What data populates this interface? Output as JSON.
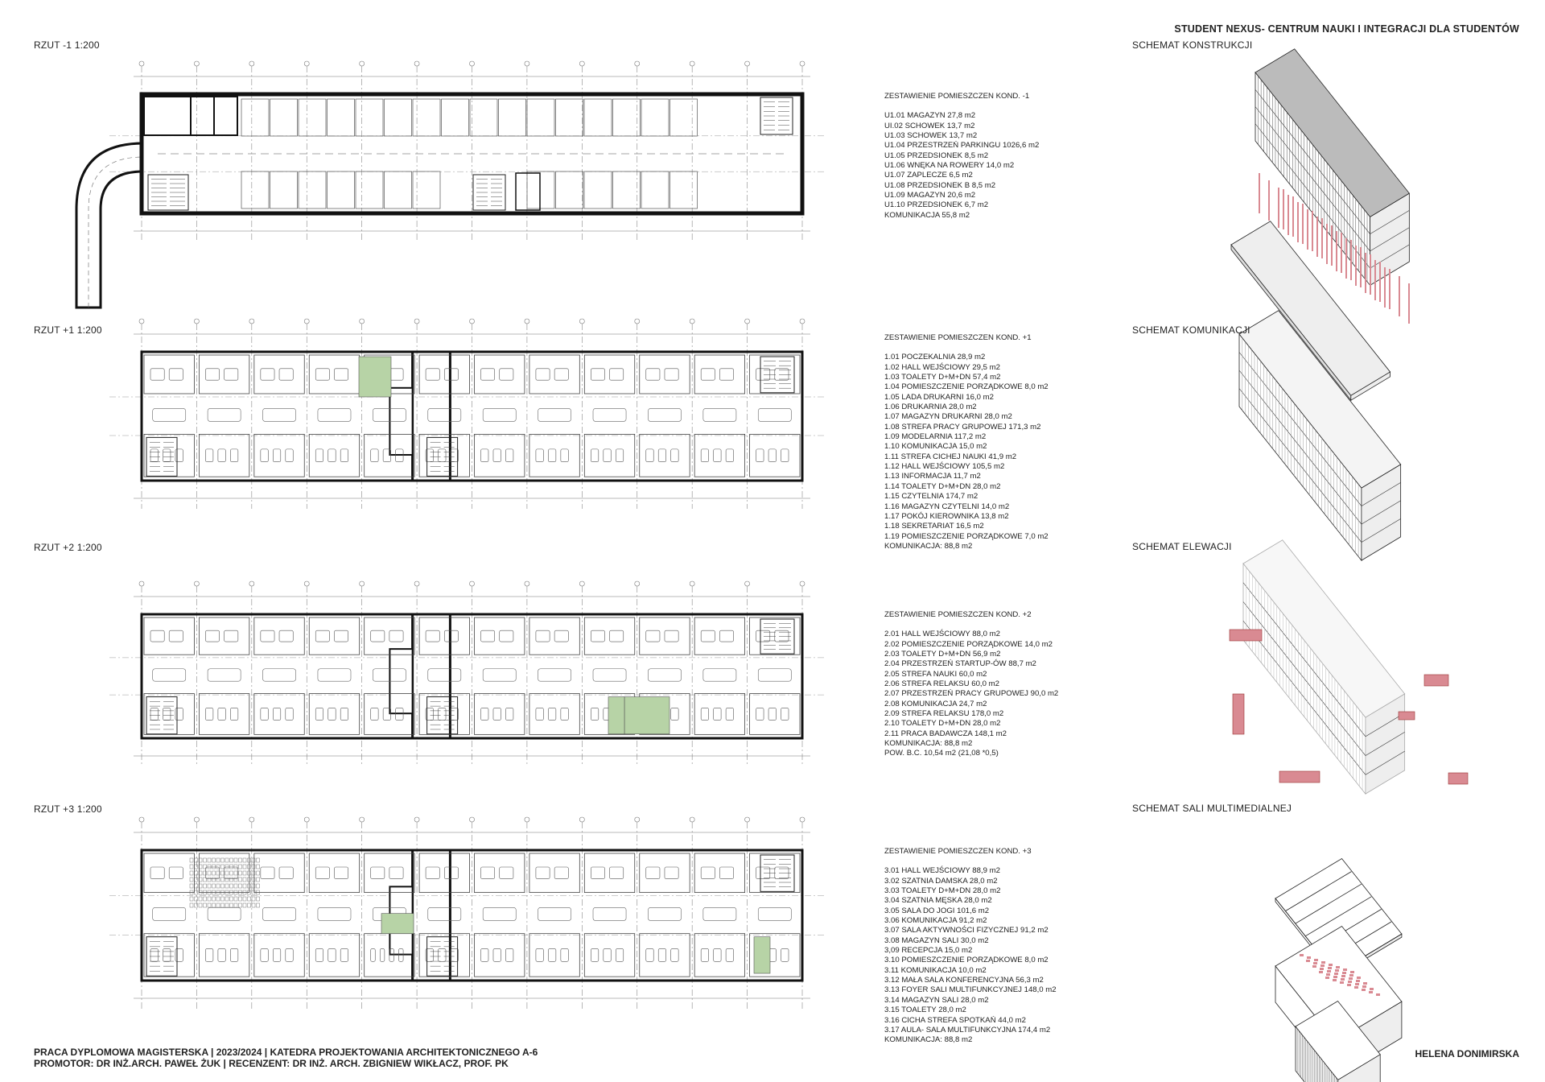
{
  "header": {
    "title": "STUDENT NEXUS- CENTRUM NAUKI I INTEGRACJI DLA STUDENTÓW"
  },
  "plans": [
    {
      "label": "RZUT -1 1:200"
    },
    {
      "label": "RZUT +1 1:200"
    },
    {
      "label": "RZUT +2 1:200"
    },
    {
      "label": "RZUT +3 1:200"
    }
  ],
  "room_lists": [
    {
      "heading": "ZESTAWIENIE POMIESZCZEN KOND. -1",
      "items": [
        "U1.01 MAGAZYN 27,8 m2",
        "UI.02 SCHOWEK 13,7 m2",
        "U1.03 SCHOWEK 13,7 m2",
        "U1.04 PRZESTRZEŃ PARKINGU 1026,6 m2",
        "U1.05 PRZEDSIONEK 8,5 m2",
        "U1.06 WNĘKA NA ROWERY 14,0 m2",
        "U1.07 ZAPLECZE 6,5 m2",
        "U1.08 PRZEDSIONEK B 8,5 m2",
        "U1.09 MAGAZYN 20,6  m2",
        "U1.10 PRZEDSIONEK 6,7 m2",
        "KOMUNIKACJA 55,8 m2"
      ]
    },
    {
      "heading": "ZESTAWIENIE POMIESZCZEN KOND. +1",
      "items": [
        "1.01 POCZEKALNIA 28,9 m2",
        "1.02 HALL WEJŚCIOWY 29,5 m2",
        "1.03 TOALETY D+M+DN 57,4 m2",
        "1.04 POMIESZCZENIE PORZĄDKOWE 8,0 m2",
        "1.05 LADA DRUKARNI 16,0 m2",
        "1.06 DRUKARNIA 28,0 m2",
        "1.07 MAGAZYN DRUKARNI 28,0 m2",
        "1.08 STREFA PRACY GRUPOWEJ 171,3  m2",
        "1.09 MODELARNIA 117,2  m2",
        "1.10 KOMUNIKACJA 15,0 m2",
        "1.11 STREFA CICHEJ NAUKI 41,9 m2",
        "1.12 HALL WEJŚCIOWY 105,5 m2",
        "1.13 INFORMACJA 11,7 m2",
        "1.14 TOALETY D+M+DN 28,0 m2",
        "1.15 CZYTELNIA 174,7 m2",
        "1.16 MAGAZYN CZYTELNI 14,0 m2",
        "1.17 POKÓJ KIEROWNIKA 13,8 m2",
        "1.18 SEKRETARIAT 16,5 m2",
        "1.19 POMIESZCZENIE PORZĄDKOWE 7,0  m2",
        "KOMUNIKACJA: 88,8  m2"
      ]
    },
    {
      "heading": "ZESTAWIENIE POMIESZCZEN KOND. +2",
      "items": [
        "2.01 HALL WEJŚCIOWY 88,0  m2",
        "2.02 POMIESZCZENIE PORZĄDKOWE 14,0 m2",
        "2.03 TOALETY D+M+DN 56,9 m2",
        "2.04 PRZESTRZEŃ STARTUP-ÓW 88,7  m2",
        "2.05 STREFA NAUKI 60,0  m2",
        "2.06 STREFA RELAKSU 60,0  m2",
        "2.07 PRZESTRZEŃ PRACY GRUPOWEJ 90,0 m2",
        "2.08 KOMUNIKACJA 24,7 m2",
        "2.09 STREFA RELAKSU 178,0 m2",
        "2.10 TOALETY D+M+DN 28,0 m2",
        "2.11 PRACA BADAWCZA 148,1 m2",
        "KOMUNIKACJA: 88,8 m2",
        "POW. B.C. 10,54  m2 (21,08 *0,5)"
      ]
    },
    {
      "heading": "ZESTAWIENIE POMIESZCZEN KOND. +3",
      "items": [
        "3.01 HALL WEJŚCIOWY 88,9 m2",
        "3.02 SZATNIA DAMSKA 28,0 m2",
        "3.03 TOALETY D+M+DN 28,0 m2",
        "3.04 SZATNIA MĘSKA 28,0 m2",
        "3.05 SALA DO JOGI 101,6 m2",
        "3.06 KOMUNIKACJA 91,2  m2",
        "3.07 SALA AKTYWNOŚCI FIZYCZNEJ 91,2  m2",
        "3.08 MAGAZYN SALI 30,0 m2",
        "3,09 RECEPCJA 15,0 m2",
        "3.10 POMIESZCZENIE PORZĄDKOWE 8,0 m2",
        "3.11 KOMUNIKACJA 10,0  m2",
        "3.12 MAŁA SALA KONFERENCYJNA 56,3 m2",
        "3.13 FOYER SALI MULTIFUNKCYJNEJ 148,0  m2",
        "3.14 MAGAZYN SALI 28,0 m2",
        "3.15 TOALETY 28,0 m2",
        "3.16 CICHA STREFA SPOTKAŃ 44,0 m2",
        "3.17 AULA- SALA MULTIFUNKCYJNA 174,4  m2",
        "KOMUNIKACJA: 88,8 m2"
      ]
    }
  ],
  "schemes": [
    {
      "label": "SCHEMAT KONSTRUKCJI"
    },
    {
      "label": "SCHEMAT KOMUNIKACJI"
    },
    {
      "label": "SCHEMAT ELEWACJI"
    },
    {
      "label": "SCHEMAT SALI MULTIMEDIALNEJ"
    }
  ],
  "footer": {
    "line1": "PRACA DYPLOMOWA MAGISTERSKA | 2023/2024 | KATEDRA PROJEKTOWANIA ARCHITEKTONICZNEGO A-6",
    "line2": "PROMOTOR: DR INŻ.ARCH. PAWEŁ ŻUK | RECENZENT: DR INŻ. ARCH. ZBIGNIEW WIKŁACZ, PROF. PK",
    "author": "HELENA DONIMIRSKA"
  },
  "colors": {
    "accent_green": "#b7d3a6",
    "accent_red": "#d98a92",
    "accent_yellow": "#e5c22a"
  }
}
